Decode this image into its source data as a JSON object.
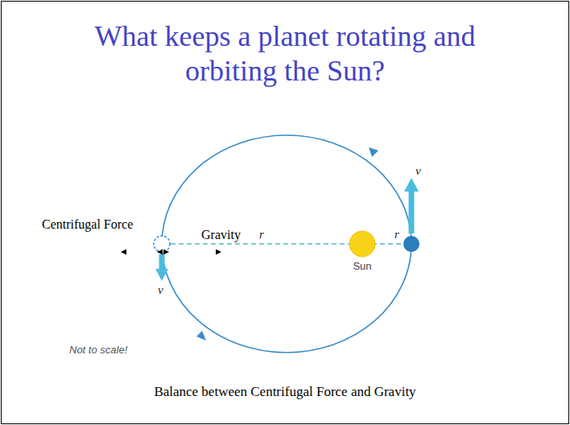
{
  "diagram": {
    "title": "What keeps a planet rotating and orbiting the Sun?",
    "caption": "Balance between Centrifugal Force and Gravity",
    "nodes": [
      {
        "text": [
          "Sun"
        ]
      }
    ],
    "labels": [
      "v",
      "Centrifugal Force",
      "Gravity",
      "r",
      "r",
      "v",
      "Not to scale!"
    ]
  }
}
